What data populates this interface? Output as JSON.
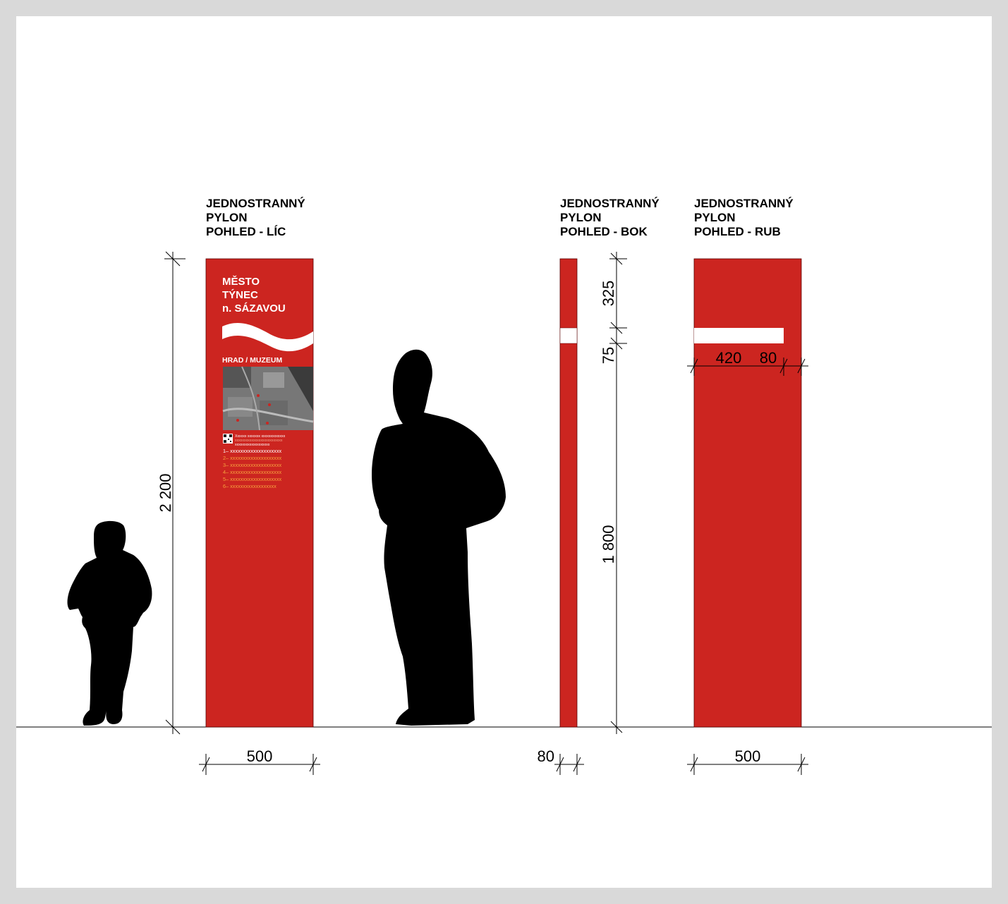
{
  "colors": {
    "pylon_red": "#cc2520",
    "silhouette": "#000000",
    "frame": "#d9d9d9"
  },
  "views": {
    "front": {
      "title": [
        "JEDNOSTRANNÝ",
        "PYLON",
        "POHLED - LÍC"
      ]
    },
    "side": {
      "title": [
        "JEDNOSTRANNÝ",
        "PYLON",
        "POHLED - BOK"
      ]
    },
    "back": {
      "title": [
        "JEDNOSTRANNÝ",
        "PYLON",
        "POHLED - RUB"
      ]
    }
  },
  "sign": {
    "heading": [
      "MĚSTO",
      "TÝNEC",
      "n. SÁZAVOU"
    ],
    "subheading": "HRAD / MUZEUM",
    "info_lines": [
      "Xxxxxx xxxxxxx xxxxxxxxxxxxx",
      "xxxxxxxxxxxxxxxxxxxxxxxxxx",
      "xxxxxxxxxxxxxxxxxxx"
    ],
    "list": [
      "1– xxxxxxxxxxxxxxxxxxxx",
      "2– xxxxxxxxxxxxxxxxxxxx",
      "3– xxxxxxxxxxxxxxxxxxxx",
      "4– xxxxxxxxxxxxxxxxxxxx",
      "5– xxxxxxxxxxxxxxxxxxxx",
      "6– xxxxxxxxxxxxxxxxxx"
    ]
  },
  "dimensions": {
    "total_height": "2 200",
    "front_width": "500",
    "side_depth": "80",
    "top_band": "325",
    "band_height": "75",
    "bottom_height": "1 800",
    "back_width": "500",
    "band_length": "420",
    "band_gap": "80"
  }
}
